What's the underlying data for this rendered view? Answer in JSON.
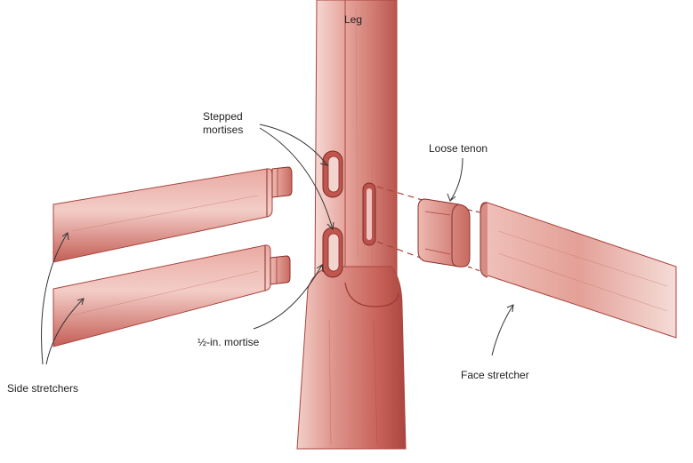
{
  "labels": {
    "leg": "Leg",
    "stepped_mortises_line1": "Stepped",
    "stepped_mortises_line2": "mortises",
    "loose_tenon": "Loose tenon",
    "half_in_mortise": "½-in. mortise",
    "side_stretchers": "Side stretchers",
    "face_stretcher": "Face stretcher"
  },
  "colors": {
    "wood": "#d9837b",
    "wood_light": "#f3c9c3",
    "wood_dark": "#a9403a",
    "outline": "#8a2f2a",
    "leader": "#333333"
  }
}
